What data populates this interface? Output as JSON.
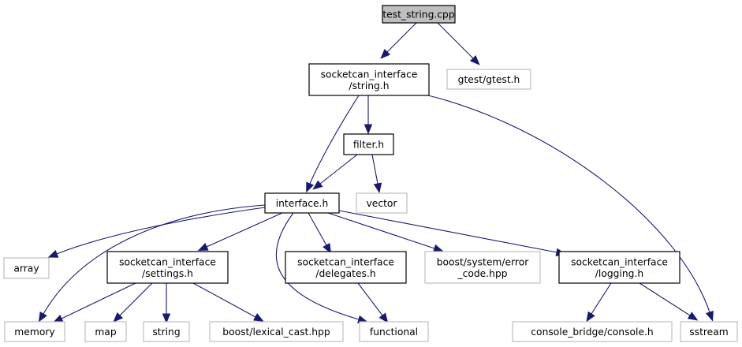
{
  "diagram": {
    "type": "include-dependency-graph",
    "colors": {
      "edge": "#191970",
      "root_fill": "#bfbfbf",
      "primary_border": "#000000",
      "external_border": "#bfbfbf"
    },
    "nodes": [
      {
        "id": "test_string",
        "lines": [
          "test_string.cpp"
        ],
        "kind": "root"
      },
      {
        "id": "string_h",
        "lines": [
          "socketcan_interface",
          "/string.h"
        ],
        "kind": "primary"
      },
      {
        "id": "gtest",
        "lines": [
          "gtest/gtest.h"
        ],
        "kind": "external"
      },
      {
        "id": "filter_h",
        "lines": [
          "filter.h"
        ],
        "kind": "primary"
      },
      {
        "id": "interface_h",
        "lines": [
          "interface.h"
        ],
        "kind": "primary"
      },
      {
        "id": "vector",
        "lines": [
          "vector"
        ],
        "kind": "external"
      },
      {
        "id": "array",
        "lines": [
          "array"
        ],
        "kind": "external"
      },
      {
        "id": "settings_h",
        "lines": [
          "socketcan_interface",
          "/settings.h"
        ],
        "kind": "primary"
      },
      {
        "id": "delegates_h",
        "lines": [
          "socketcan_interface",
          "/delegates.h"
        ],
        "kind": "primary"
      },
      {
        "id": "error_code",
        "lines": [
          "boost/system/error",
          "_code.hpp"
        ],
        "kind": "external"
      },
      {
        "id": "logging_h",
        "lines": [
          "socketcan_interface",
          "/logging.h"
        ],
        "kind": "primary"
      },
      {
        "id": "memory",
        "lines": [
          "memory"
        ],
        "kind": "external"
      },
      {
        "id": "map",
        "lines": [
          "map"
        ],
        "kind": "external"
      },
      {
        "id": "string",
        "lines": [
          "string"
        ],
        "kind": "external"
      },
      {
        "id": "lexical_cast",
        "lines": [
          "boost/lexical_cast.hpp"
        ],
        "kind": "external"
      },
      {
        "id": "functional",
        "lines": [
          "functional"
        ],
        "kind": "external"
      },
      {
        "id": "console",
        "lines": [
          "console_bridge/console.h"
        ],
        "kind": "external"
      },
      {
        "id": "sstream",
        "lines": [
          "sstream"
        ],
        "kind": "external"
      }
    ],
    "edges": [
      {
        "from": "test_string",
        "to": "string_h"
      },
      {
        "from": "test_string",
        "to": "gtest"
      },
      {
        "from": "string_h",
        "to": "interface_h"
      },
      {
        "from": "string_h",
        "to": "filter_h"
      },
      {
        "from": "string_h",
        "to": "sstream"
      },
      {
        "from": "filter_h",
        "to": "interface_h"
      },
      {
        "from": "filter_h",
        "to": "vector"
      },
      {
        "from": "interface_h",
        "to": "array"
      },
      {
        "from": "interface_h",
        "to": "memory"
      },
      {
        "from": "interface_h",
        "to": "settings_h"
      },
      {
        "from": "interface_h",
        "to": "functional"
      },
      {
        "from": "interface_h",
        "to": "delegates_h"
      },
      {
        "from": "interface_h",
        "to": "error_code"
      },
      {
        "from": "interface_h",
        "to": "logging_h"
      },
      {
        "from": "settings_h",
        "to": "memory"
      },
      {
        "from": "settings_h",
        "to": "map"
      },
      {
        "from": "settings_h",
        "to": "string"
      },
      {
        "from": "settings_h",
        "to": "lexical_cast"
      },
      {
        "from": "delegates_h",
        "to": "functional"
      },
      {
        "from": "logging_h",
        "to": "console"
      },
      {
        "from": "logging_h",
        "to": "sstream"
      }
    ]
  }
}
